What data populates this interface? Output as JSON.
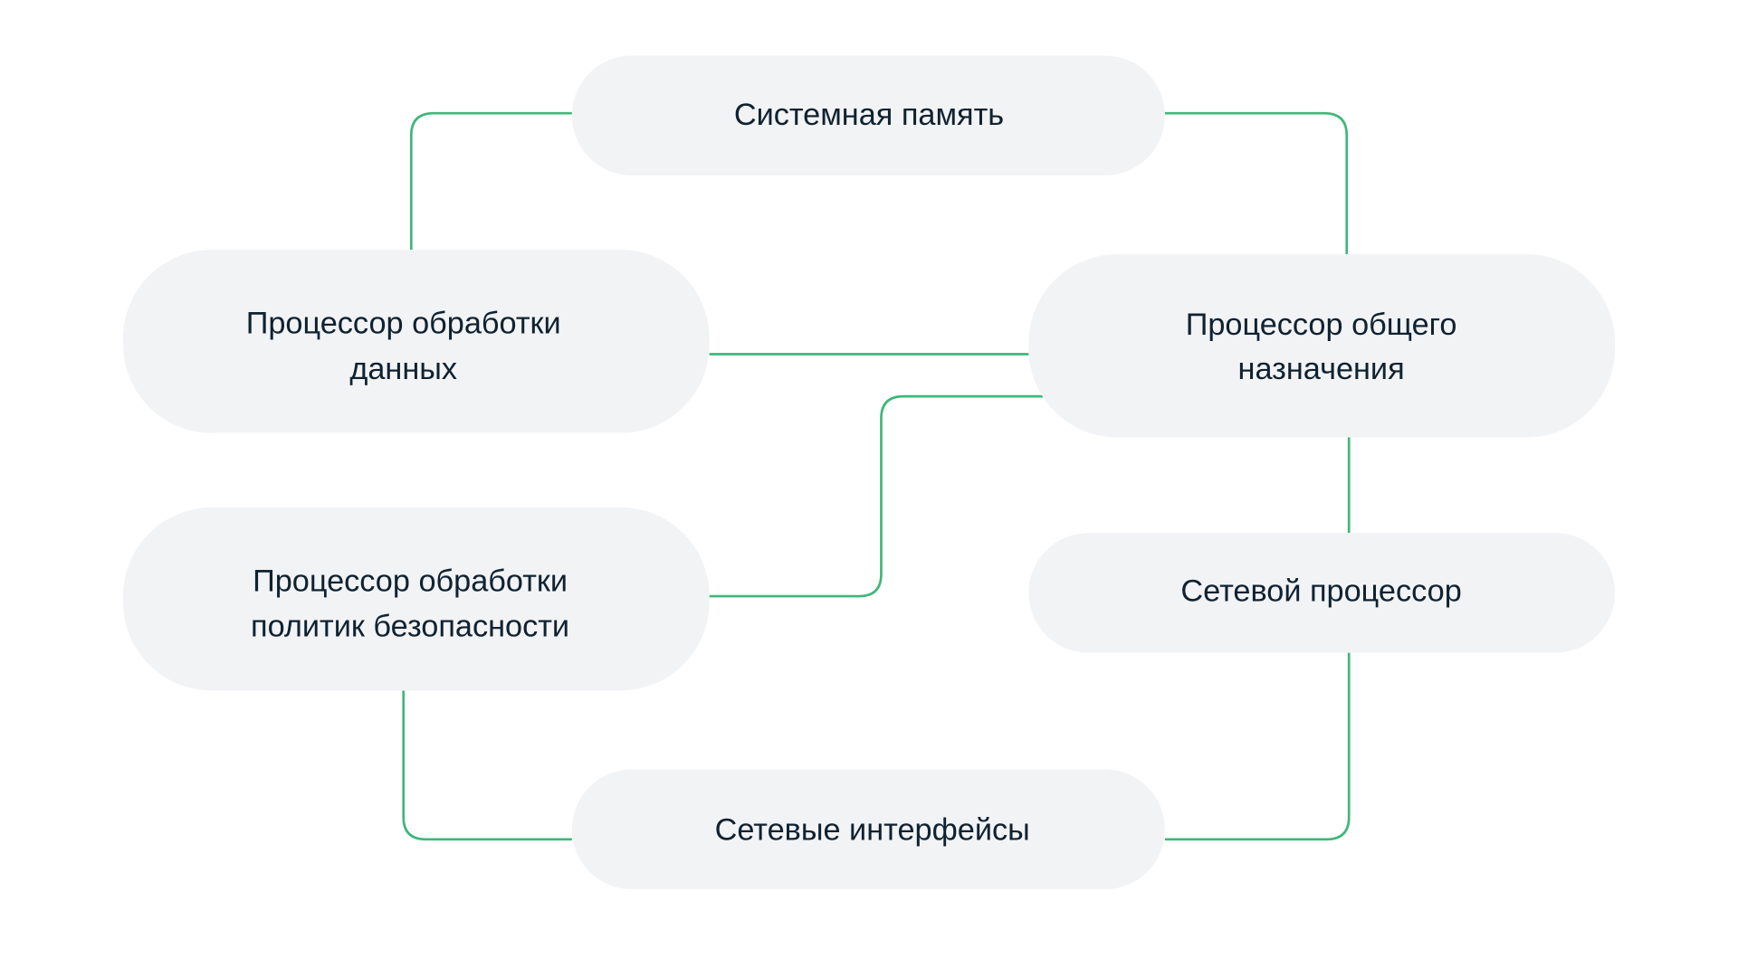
{
  "nodes": {
    "system_memory": {
      "lines": [
        "Системная память"
      ]
    },
    "data_processor": {
      "lines": [
        "Процессор обработки",
        "данных"
      ]
    },
    "general_processor": {
      "lines": [
        "Процессор общего",
        "назначения"
      ]
    },
    "security_processor": {
      "lines": [
        "Процессор обработки",
        "политик безопасности"
      ]
    },
    "network_processor": {
      "lines": [
        "Сетевой процессор"
      ]
    },
    "network_interfaces": {
      "lines": [
        "Сетевые интерфейсы"
      ]
    }
  },
  "colors": {
    "edge": "#3fb77a",
    "node_fill": "#f2f3f5",
    "text": "#0f2231"
  }
}
